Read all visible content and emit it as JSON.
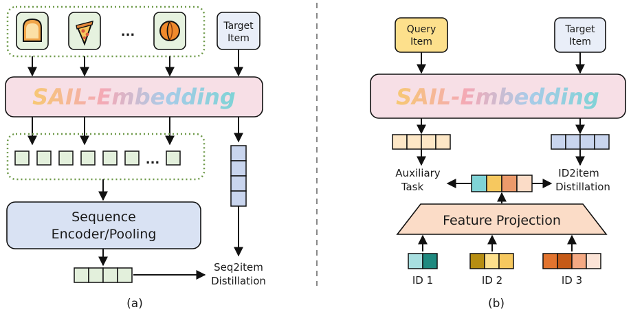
{
  "panel_a": {
    "target_item": [
      "Target",
      "Item"
    ],
    "ellipsis_top": "...",
    "model_label": "SAIL-Embedding",
    "ellipsis_seq": "...",
    "encoder_label": [
      "Sequence",
      "Encoder/Pooling"
    ],
    "distill_label": [
      "Seq2item",
      "Distillation"
    ],
    "caption": "(a)",
    "item_icons": [
      "bread-icon",
      "pizza-icon",
      "coin-icon"
    ]
  },
  "panel_b": {
    "query_item": [
      "Query",
      "Item"
    ],
    "target_item": [
      "Target",
      "Item"
    ],
    "model_label": "SAIL-Embedding",
    "aux_label": [
      "Auxiliary",
      "Task"
    ],
    "distill_label": [
      "ID2item",
      "Distillation"
    ],
    "projection_label": "Feature Projection",
    "ids": [
      "ID 1",
      "ID 2",
      "ID 3"
    ],
    "caption": "(b)"
  },
  "colors": {
    "model_fill": "#f7dfe6",
    "encoder_fill": "#d9e2f3",
    "seq_cell": "#e3f0dc",
    "target_cell": "#c9d5ee",
    "query_fill": "#fde08c",
    "target_fill": "#e9eef8",
    "projection_fill": "#fbdcc7",
    "dotted_border": "#6f9a4a",
    "divider": "#888888"
  }
}
